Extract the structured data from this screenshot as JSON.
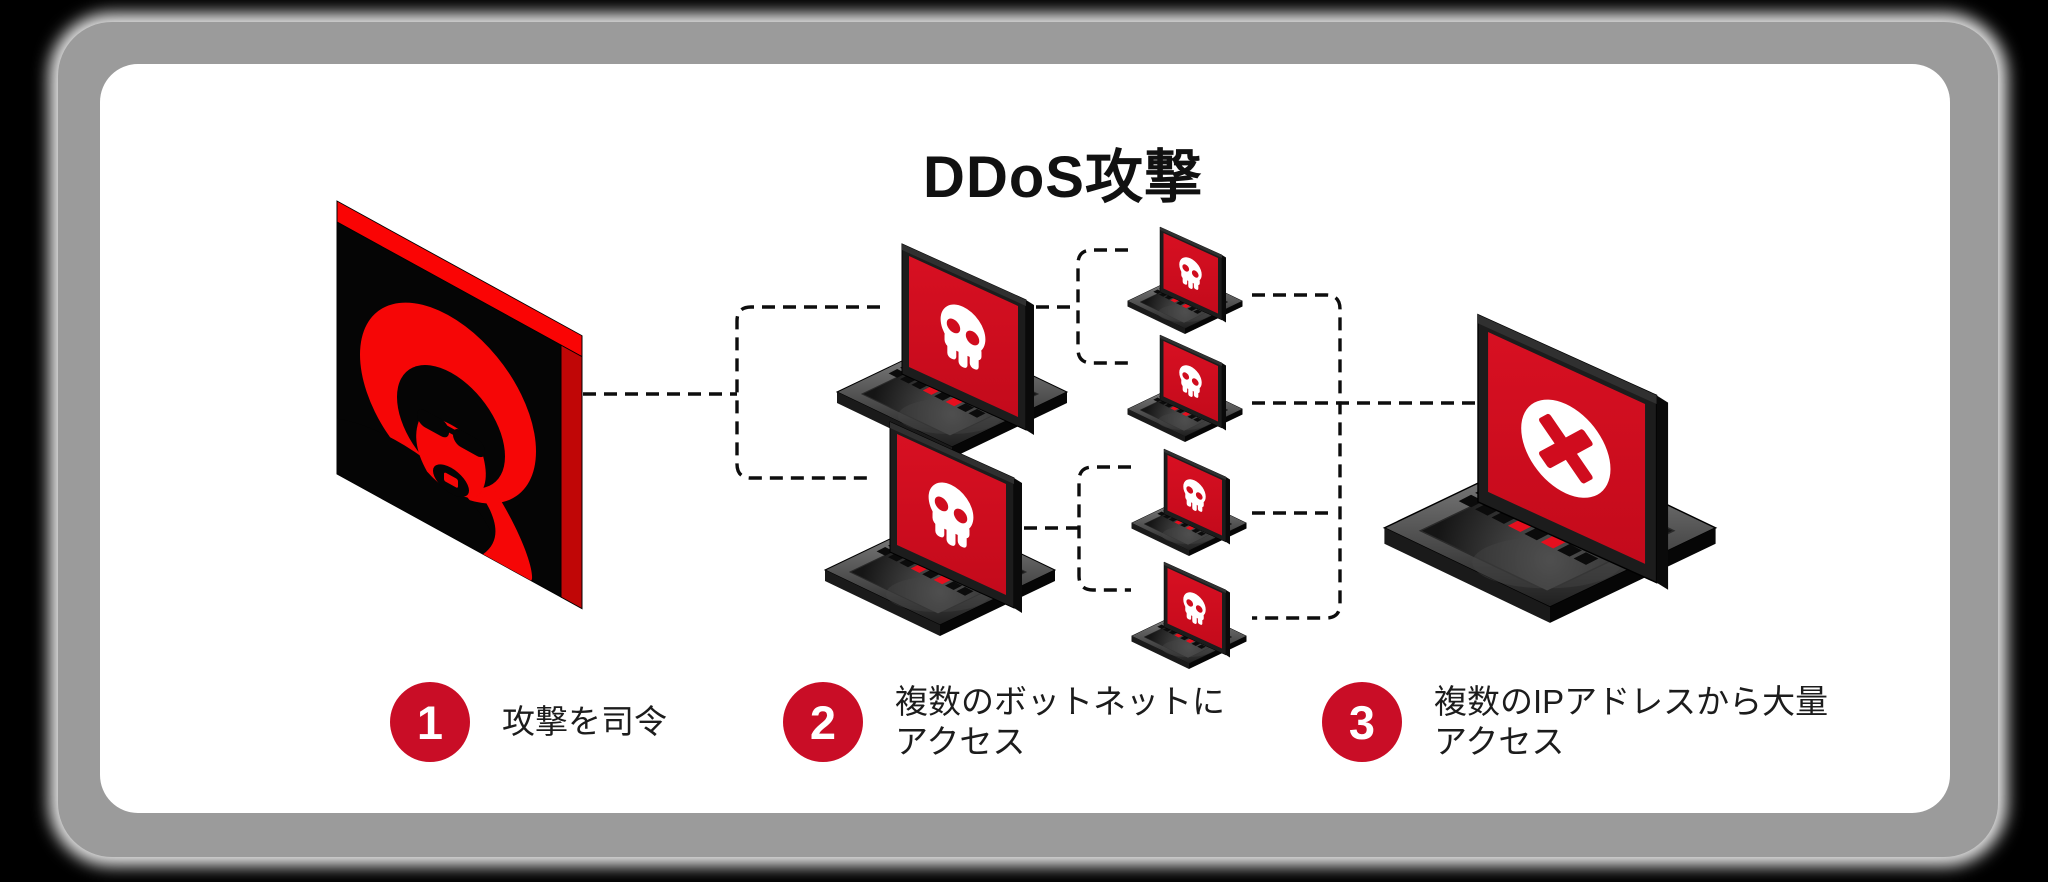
{
  "title": "DDoS攻撃",
  "steps": [
    {
      "number": "1",
      "lines": [
        "攻撃を司令"
      ]
    },
    {
      "number": "2",
      "lines": [
        "複数のボットネットに",
        "アクセス"
      ]
    },
    {
      "number": "3",
      "lines": [
        "複数のIPアドレスから大量",
        "アクセス"
      ]
    }
  ],
  "icons": {
    "attacker": "hooded-hacker-panel-icon",
    "botnet": "skull-screen-laptop-icon",
    "infected": "skull-screen-laptop-icon",
    "victim": "error-x-laptop-icon",
    "connector": "dashed-network-line"
  },
  "colors": {
    "accent_crimson": "#c90d26",
    "screen_red": "#d00c1e",
    "bright_red": "#f60606",
    "ink": "#111111",
    "border_gray": "#9b9b9b",
    "card_white": "#ffffff"
  }
}
